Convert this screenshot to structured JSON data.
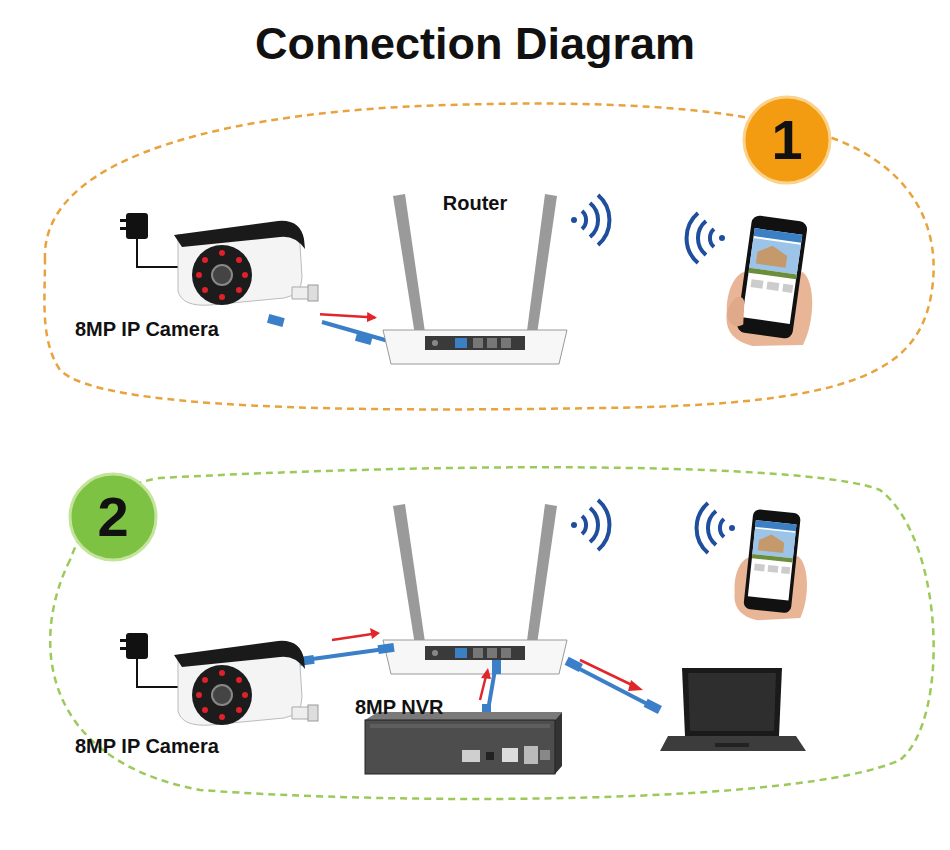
{
  "diagram": {
    "title": "Connection Diagram",
    "nodes": [
      {
        "text": [
          "8MP IP Camera"
        ]
      },
      {
        "text": [
          "Router"
        ]
      },
      {
        "text": [
          "8MP IP Camera"
        ]
      },
      {
        "text": [
          "8MP NVR"
        ]
      }
    ],
    "edges": [
      {
        "from": 0,
        "to": 1,
        "arrow": "to"
      }
    ],
    "labels": [
      "1",
      "2"
    ]
  }
}
